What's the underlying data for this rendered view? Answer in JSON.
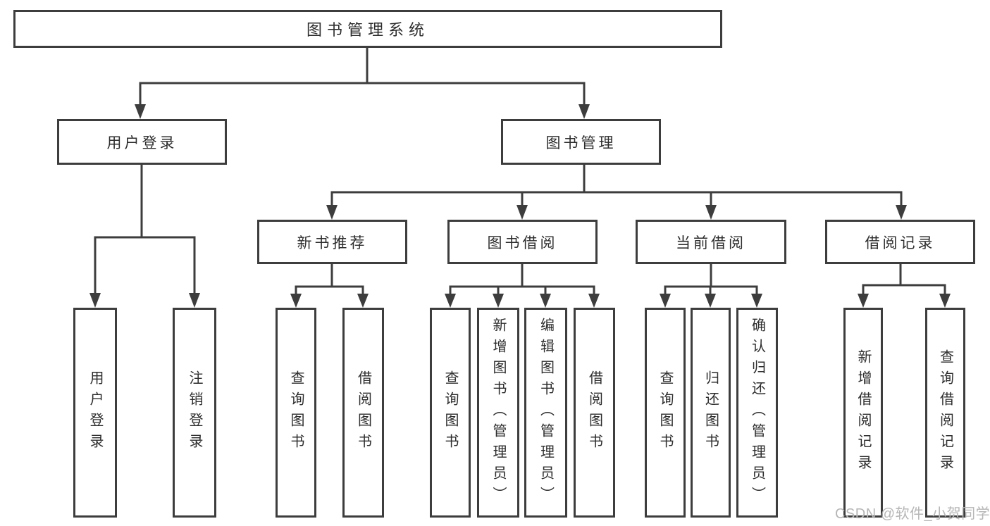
{
  "tree": {
    "root": {
      "label": "图书管理系统"
    },
    "branches": [
      {
        "label": "用户登录",
        "leaves": [
          "用户登录",
          "注销登录"
        ]
      },
      {
        "label": "图书管理",
        "groups": [
          {
            "label": "新书推荐",
            "leaves": [
              "查询图书",
              "借阅图书"
            ]
          },
          {
            "label": "图书借阅",
            "leaves": [
              "查询图书",
              "新增图书（管理员）",
              "编辑图书（管理员）",
              "借阅图书"
            ]
          },
          {
            "label": "当前借阅",
            "leaves": [
              "查询图书",
              "归还图书",
              "确认归还（管理员）"
            ]
          },
          {
            "label": "借阅记录",
            "leaves": [
              "新增借阅记录",
              "查询借阅记录"
            ]
          }
        ]
      }
    ]
  },
  "watermark": {
    "text": "CSDN @软件_小贺同学"
  },
  "colors": {
    "line": "#3d3d3d",
    "text": "#2d2d2d",
    "watermark": "#b6b6b6",
    "background": "#ffffff"
  }
}
